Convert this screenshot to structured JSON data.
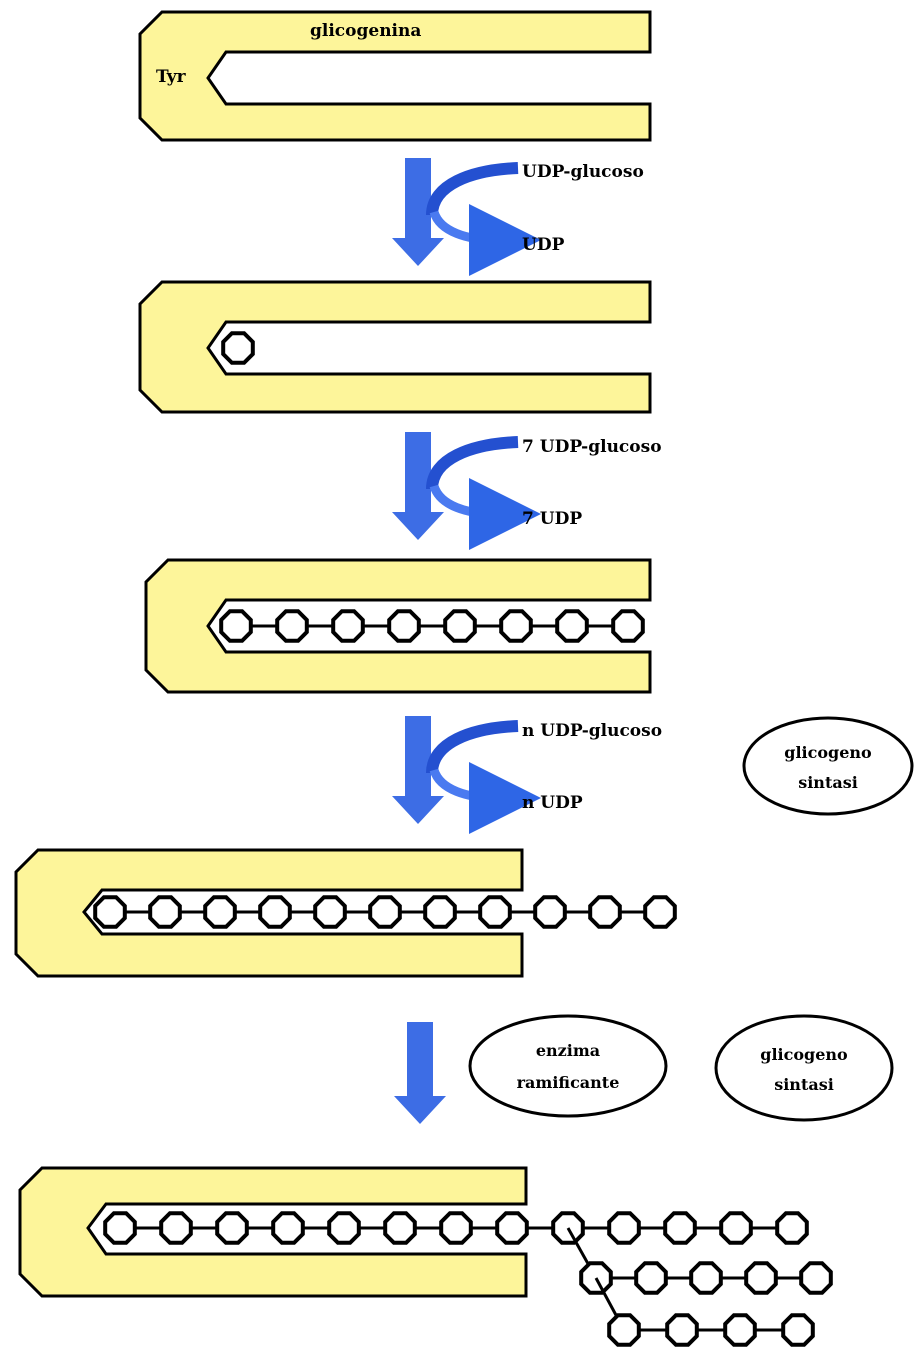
{
  "labels": {
    "protein": "glicogenina",
    "residue": "Tyr",
    "step1_substrate": "UDP-glucoso",
    "step1_product": "UDP",
    "step2_substrate": "7 UDP-glucoso",
    "step2_product": "7 UDP",
    "step3_substrate": "n UDP-glucoso",
    "step3_product": "n UDP",
    "enzyme_synthase_1_line1": "glicogeno",
    "enzyme_synthase_1_line2": "sintasi",
    "enzyme_branching_line1": "enzima",
    "enzyme_branching_line2": "ramificante",
    "enzyme_synthase_2_line1": "glicogeno",
    "enzyme_synthase_2_line2": "sintasi"
  },
  "colors": {
    "protein_fill": "#fdf59a",
    "arrow_blue": "#3d6de5",
    "curve_blue": "#2450d0",
    "outline": "#000000"
  },
  "stages": [
    {
      "glucose_units": 0
    },
    {
      "glucose_units": 1
    },
    {
      "glucose_units": 8
    },
    {
      "glucose_units": 11
    },
    {
      "glucose_units": 13,
      "branches": [
        5,
        4
      ]
    }
  ]
}
